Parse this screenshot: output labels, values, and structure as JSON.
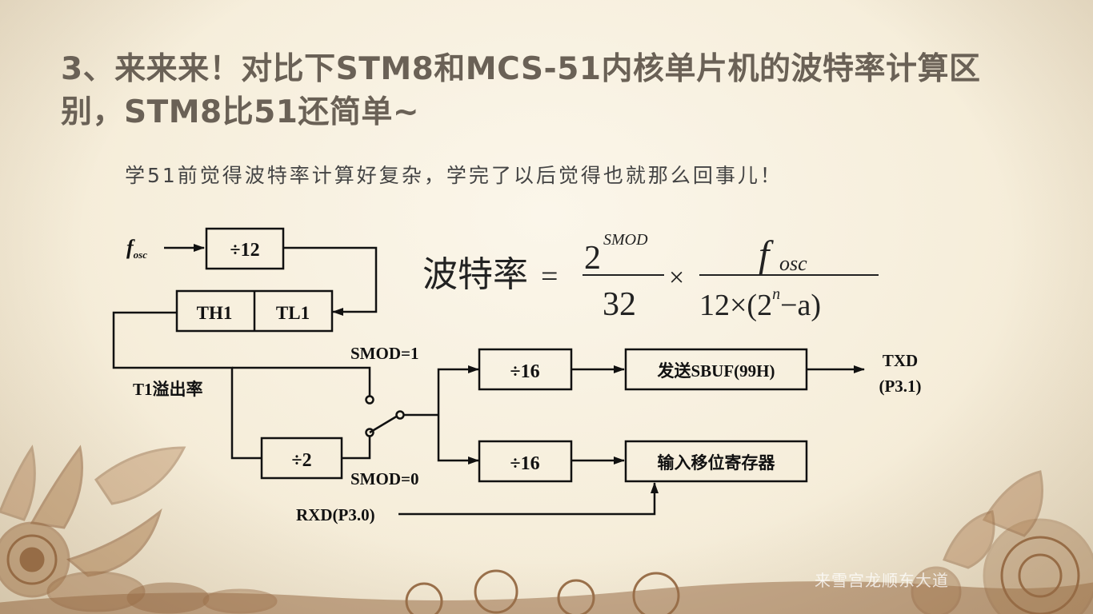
{
  "title": "3、来来来！对比下STM8和MCS-51内核单片机的波特率计算区别，STM8比51还简单~",
  "subtitle": "学51前觉得波特率计算好复杂，学完了以后觉得也就那么回事儿！",
  "formula": {
    "lhs": "波特率",
    "equals": "=",
    "num1_base": "2",
    "num1_exp": "SMOD",
    "den1": "32",
    "times": "×",
    "num2_f": "f",
    "num2_sub": "osc",
    "den2_prefix": "12×(",
    "den2_base": "2",
    "den2_exp": "n",
    "den2_suffix": "−a)"
  },
  "diagram": {
    "fosc_f": "f",
    "fosc_sub": "osc",
    "div12": "÷12",
    "th1": "TH1",
    "tl1": "TL1",
    "t1_overflow": "T1溢出率",
    "smod1": "SMOD=1",
    "smod0": "SMOD=0",
    "div2": "÷2",
    "div16_top": "÷16",
    "div16_bottom": "÷16",
    "send_sbuf": "发送SBUF(99H)",
    "input_shift": "输入移位寄存器",
    "txd": "TXD",
    "txd_pin": "(P3.1)",
    "rxd": "RXD(P3.0)"
  },
  "watermark": "来雪宫龙顺东大道",
  "colors": {
    "title": "#6a6156",
    "ornament": "#8a5a32",
    "line": "#111111"
  }
}
